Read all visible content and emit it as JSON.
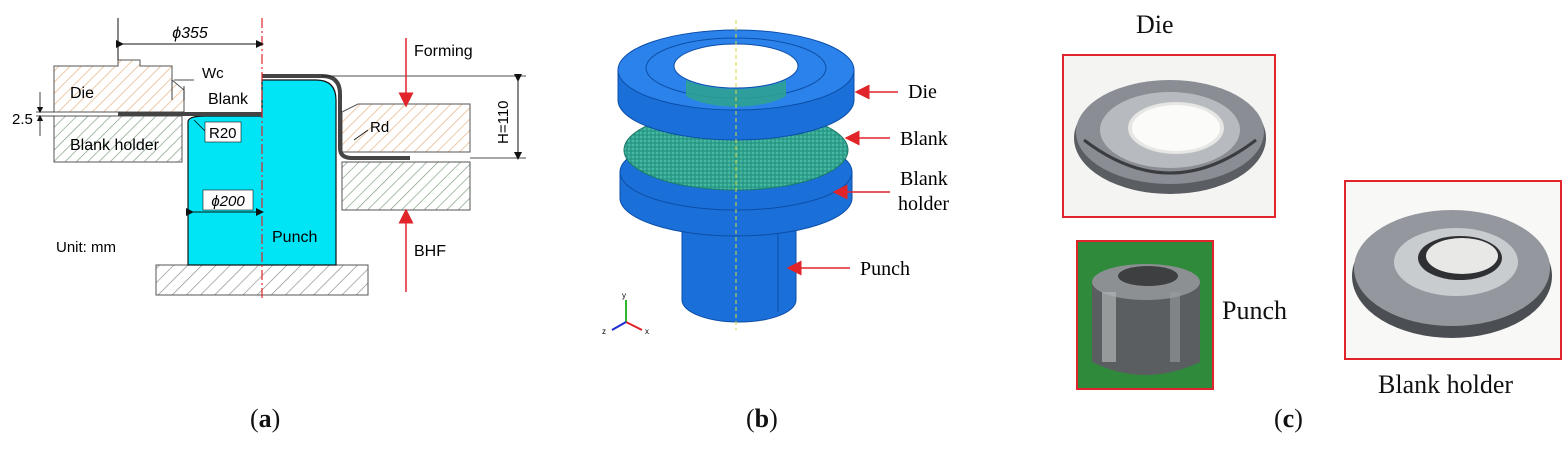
{
  "panel_a": {
    "dims": {
      "die_diameter": "ϕ355",
      "punch_diameter": "ϕ200",
      "clearance": "Wc",
      "thickness_gap": "2.5",
      "punch_radius": "R20",
      "die_radius": "Rd",
      "height": "H=110"
    },
    "labels": {
      "die": "Die",
      "blank": "Blank",
      "blank_holder": "Blank holder",
      "punch": "Punch",
      "unit": "Unit: mm",
      "forming": "Forming",
      "bhf": "BHF"
    },
    "caption_letter": "a"
  },
  "panel_b": {
    "labels": {
      "die": "Die",
      "blank": "Blank",
      "blank_holder_line1": "Blank",
      "blank_holder_line2": "holder",
      "punch": "Punch"
    },
    "axes": {
      "x": "x",
      "y": "y",
      "z": "z"
    },
    "caption_letter": "b"
  },
  "panel_c": {
    "labels": {
      "die": "Die",
      "punch": "Punch",
      "blank_holder": "Blank holder"
    },
    "caption_letter": "c"
  },
  "colors": {
    "punch_fill": "#00e5f5",
    "model_blue": "#1a6fd8",
    "blank_green": "#2fa38e",
    "arrow_red": "#e0242a",
    "hatch_orange": "#e7b88a",
    "hatch_green": "#7a9a7a"
  }
}
